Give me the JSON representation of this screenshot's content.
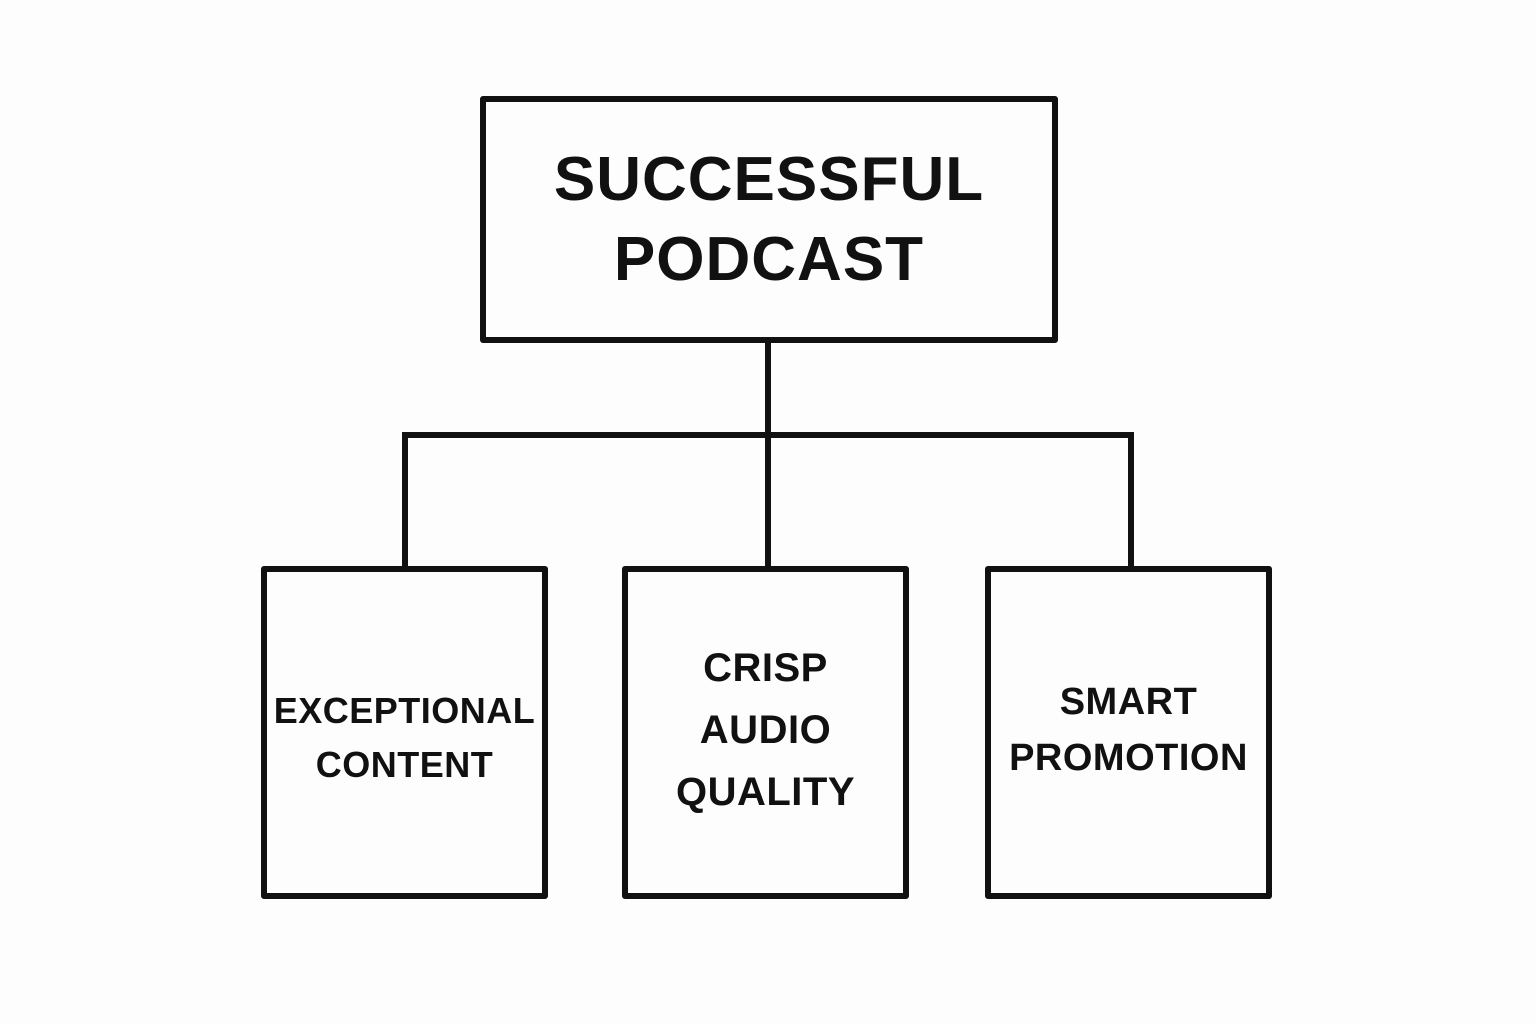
{
  "diagram": {
    "root": {
      "lines": [
        "SUCCESSFUL",
        "PODCAST"
      ]
    },
    "children": [
      {
        "lines": [
          "EXCEPTIONAL",
          "CONTENT"
        ]
      },
      {
        "lines": [
          "CRISP",
          "AUDIO",
          "QUALITY"
        ]
      },
      {
        "lines": [
          "SMART",
          "PROMOTION"
        ]
      }
    ]
  },
  "colors": {
    "stroke": "#111111",
    "background": "#fdfdfd"
  }
}
